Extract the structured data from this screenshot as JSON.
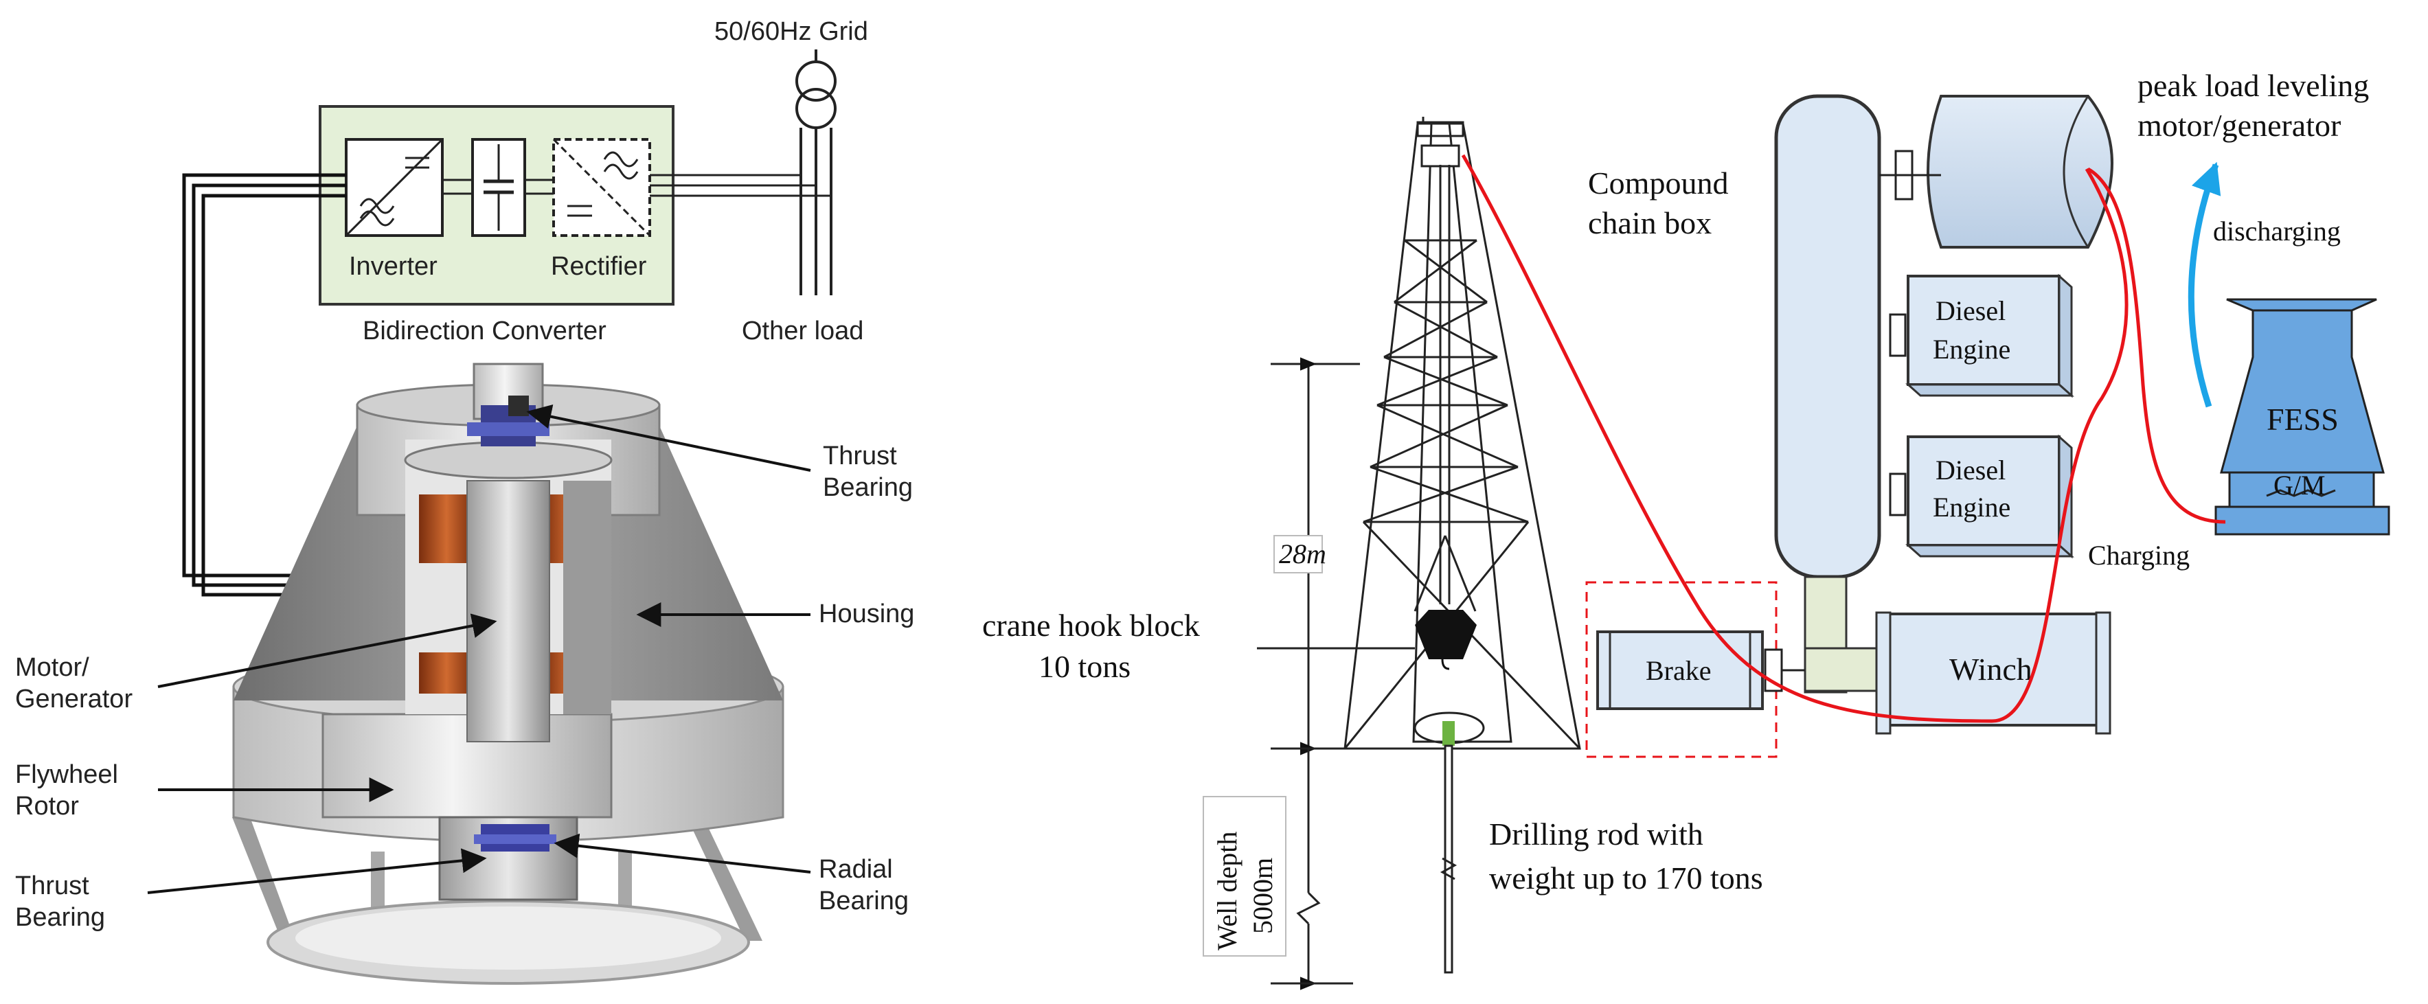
{
  "left_panel": {
    "grid_label": "50/60Hz Grid",
    "inverter_label": "Inverter",
    "rectifier_label": "Rectifier",
    "converter_label": "Bidirection Converter",
    "other_load_label": "Other load",
    "thrust_bearing_top_line1": "Thrust",
    "thrust_bearing_top_line2": "Bearing",
    "housing_label": "Housing",
    "motor_line1": "Motor/",
    "motor_line2": "Generator",
    "rotor_line1": "Flywheel",
    "rotor_line2": "Rotor",
    "thrust_bearing_bottom_line1": "Thrust",
    "thrust_bearing_bottom_line2": "Bearing",
    "radial_bearing_line1": "Radial",
    "radial_bearing_line2": "Bearing"
  },
  "right_panel": {
    "compound_line1": "Compound",
    "compound_line2": "chain box",
    "peak_line1": "peak load leveling",
    "peak_line2": "motor/generator",
    "discharging_label": "discharging",
    "diesel1_line1": "Diesel",
    "diesel1_line2": "Engine",
    "diesel2_line1": "Diesel",
    "diesel2_line2": "Engine",
    "fess_label": "FESS",
    "gm_label": "G/M",
    "charging_label": "Charging",
    "height_label": "28m",
    "hook_line1": "crane hook block",
    "hook_line2": "10 tons",
    "brake_label": "Brake",
    "winch_label": "Winch",
    "well_line1": "Well depth",
    "well_line2": "5000m",
    "rod_line1": "Drilling rod with",
    "rod_line2": "weight up to 170 tons"
  },
  "colors": {
    "converter_fill": "#e4f0d8",
    "pale_blue": "#dce8f5",
    "fess_blue": "#6aa6e0",
    "charge_red": "#e8141a",
    "discharge_blue": "#1ca4e8",
    "brake_dash": "#e8141a",
    "copper": "#b0501e",
    "housing_gray": "#8c8c8c"
  }
}
